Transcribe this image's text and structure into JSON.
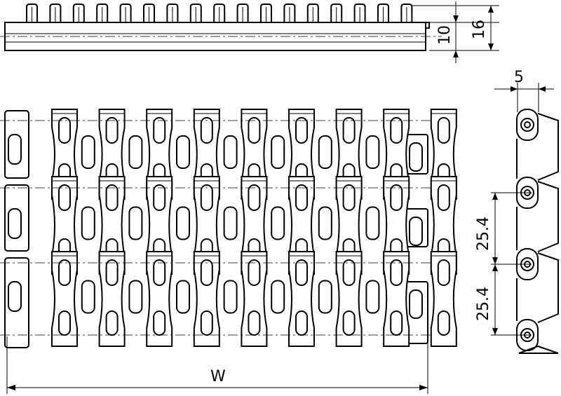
{
  "drawing": {
    "dimensions": {
      "height_thin": "10",
      "height_total": "16",
      "link_width": "5",
      "pitch_upper": "25.4",
      "pitch_lower": "25.4",
      "belt_width": "W"
    }
  }
}
